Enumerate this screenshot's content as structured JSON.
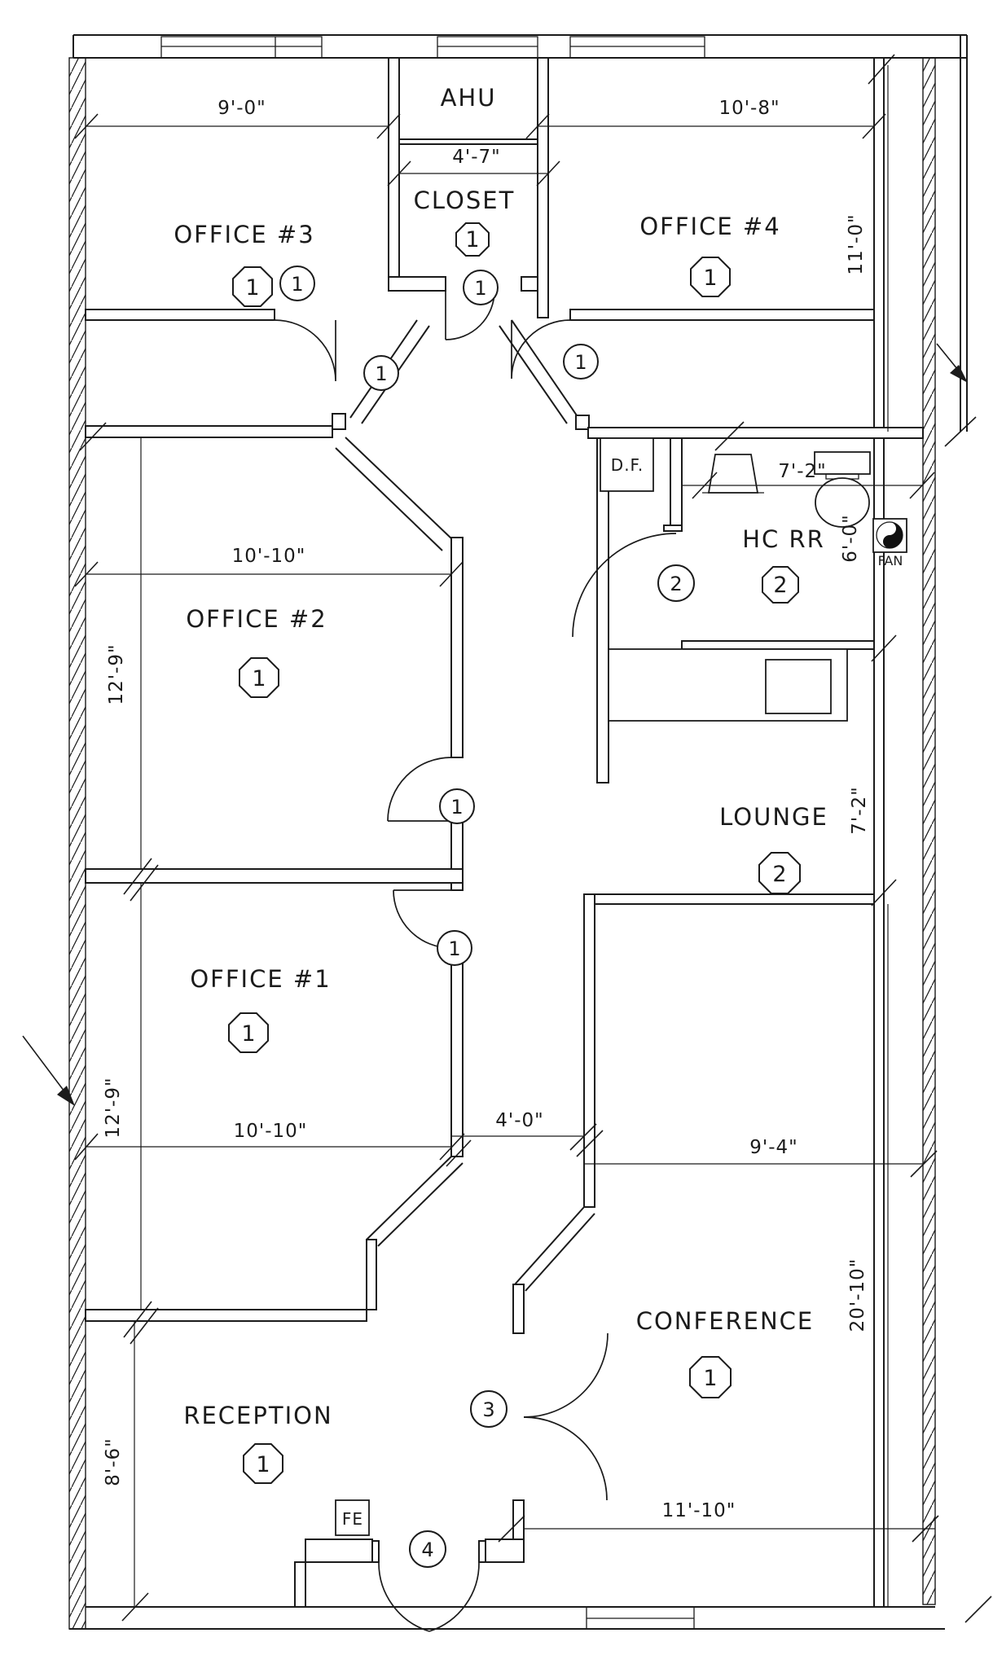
{
  "drawing": {
    "kind": "architectural-floor-plan",
    "line_color": "#1b1b1b",
    "background": "#ffffff"
  },
  "rooms": {
    "office3": {
      "name": "OFFICE #3",
      "badge": "1"
    },
    "office4": {
      "name": "OFFICE #4",
      "badge": "1"
    },
    "office2": {
      "name": "OFFICE #2",
      "badge": "1"
    },
    "office1": {
      "name": "OFFICE #1",
      "badge": "1"
    },
    "ahu": {
      "name": "AHU"
    },
    "closet": {
      "name": "CLOSET",
      "badge": "1"
    },
    "hcrr": {
      "name": "HC RR",
      "badge": "2"
    },
    "lounge": {
      "name": "LOUNGE",
      "badge": "2"
    },
    "conference": {
      "name": "CONFERENCE",
      "badge": "1"
    },
    "reception": {
      "name": "RECEPTION",
      "badge": "1"
    }
  },
  "dims": {
    "d9_0": "9'-0\"",
    "d4_7": "4'-7\"",
    "d10_8": "10'-8\"",
    "d11_0": "11'-0\"",
    "d10_10a": "10'-10\"",
    "d12_9a": "12'-9\"",
    "d7_2a": "7'-2\"",
    "d6_0": "6'-0\"",
    "d7_2b": "7'-2\"",
    "d12_9b": "12'-9\"",
    "d10_10b": "10'-10\"",
    "d4_0": "4'-0\"",
    "d9_4": "9'-4\"",
    "d20_10": "20'-10\"",
    "d8_6": "8'-6\"",
    "d11_10": "11'-10\""
  },
  "labels": {
    "df": "D.F.",
    "fan": "FAN",
    "fe": "FE"
  },
  "door_tags": {
    "t_closet_l": "1",
    "t_closet_r": "1",
    "t_office3": "1",
    "t_office4": "1",
    "t_hcrr": "2",
    "t_office2": "1",
    "t_office1": "1",
    "t_conference": "3",
    "t_entry": "4"
  }
}
